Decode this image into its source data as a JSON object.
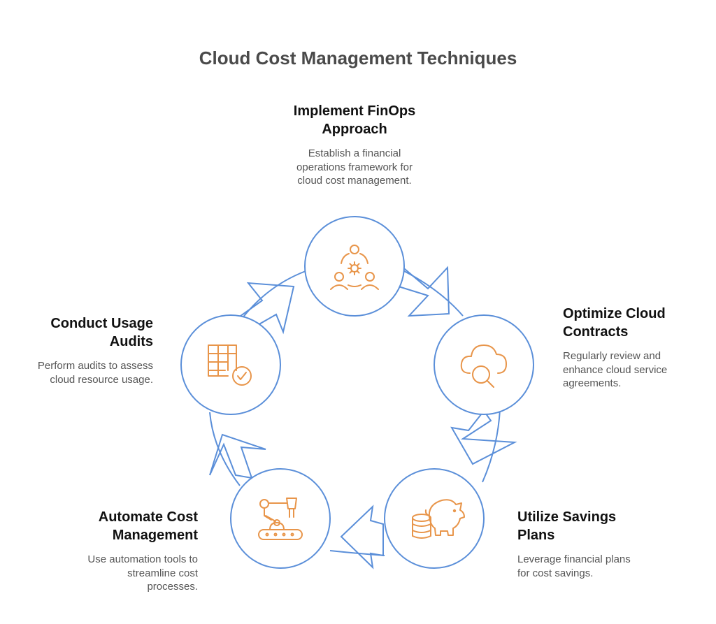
{
  "diagram": {
    "title": "Cloud Cost Management Techniques",
    "stages": [
      {
        "id": "finops",
        "title_lines": [
          "Implement FinOps",
          "Approach"
        ],
        "desc_lines": [
          "Establish a financial",
          "operations framework for",
          "cloud cost management."
        ],
        "icon": "team-gear-icon"
      },
      {
        "id": "contracts",
        "title_lines": [
          "Optimize Cloud",
          "Contracts"
        ],
        "desc_lines": [
          "Regularly review and",
          "enhance cloud service",
          "agreements."
        ],
        "icon": "cloud-search-icon"
      },
      {
        "id": "savings",
        "title_lines": [
          "Utilize Savings",
          "Plans"
        ],
        "desc_lines": [
          "Leverage financial plans",
          "for cost savings."
        ],
        "icon": "piggy-bank-coins-icon"
      },
      {
        "id": "automation",
        "title_lines": [
          "Automate Cost",
          "Management"
        ],
        "desc_lines": [
          "Use automation tools to",
          "streamline cost",
          "processes."
        ],
        "icon": "robot-arm-conveyor-icon"
      },
      {
        "id": "audits",
        "title_lines": [
          "Conduct Usage",
          "Audits"
        ],
        "desc_lines": [
          "Perform audits to assess",
          "cloud resource usage."
        ],
        "icon": "table-check-icon"
      }
    ],
    "colors": {
      "ring": "#5b8fd9",
      "icon": "#e8954a",
      "title_text": "#4a4a4a",
      "heading_text": "#111111",
      "body_text": "#555555"
    }
  }
}
